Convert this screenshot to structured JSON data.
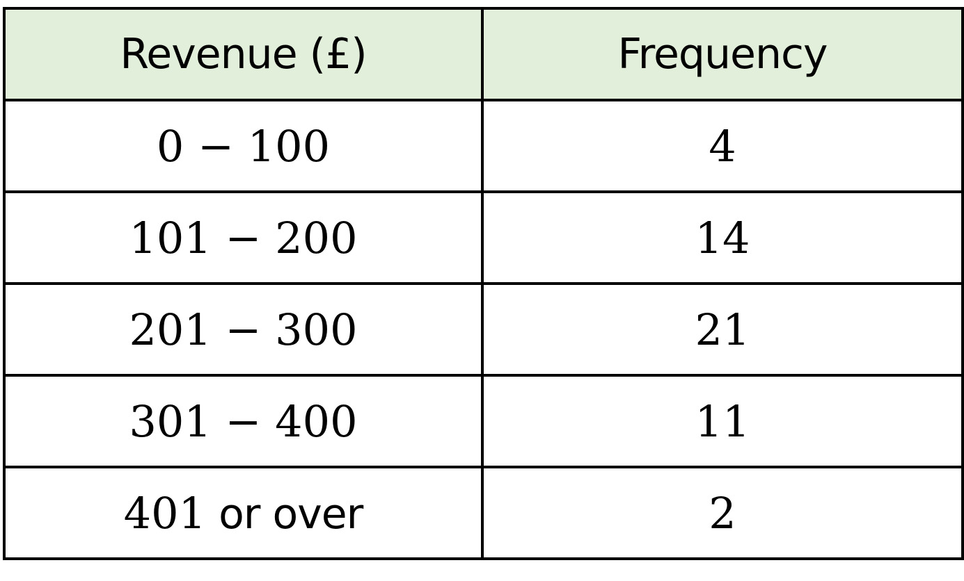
{
  "table": {
    "header_color": "#e2efda",
    "headers": [
      "Revenue (£)",
      "Frequency"
    ],
    "rows": [
      {
        "range": "0 − 100",
        "range_suffix": "",
        "frequency": "4"
      },
      {
        "range": "101 − 200",
        "range_suffix": "",
        "frequency": "14"
      },
      {
        "range": "201 − 300",
        "range_suffix": "",
        "frequency": "21"
      },
      {
        "range": "301 − 400",
        "range_suffix": "",
        "frequency": "11"
      },
      {
        "range": "401",
        "range_suffix": " or over",
        "frequency": "2"
      }
    ]
  },
  "chart_data": {
    "type": "table",
    "title": "",
    "columns": [
      "Revenue (£)",
      "Frequency"
    ],
    "categories": [
      "0 - 100",
      "101 - 200",
      "201 - 300",
      "301 - 400",
      "401 or over"
    ],
    "values": [
      4,
      14,
      21,
      11,
      2
    ]
  }
}
